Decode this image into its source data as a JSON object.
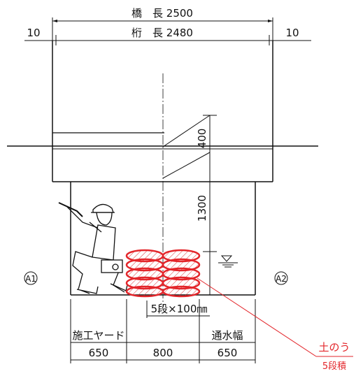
{
  "dimensions": {
    "bridge_length": "橋　長 2500",
    "girder_length": "桁　長 2480",
    "left_end": "10",
    "right_end": "10",
    "girder_height": "400",
    "clearance_height": "1300",
    "stack_height": "5段×100㎜",
    "bottom_left": "650",
    "bottom_center": "800",
    "bottom_right": "650"
  },
  "labels": {
    "abutment_left": "A1",
    "abutment_right": "A2",
    "construction_yard": "施工ヤード",
    "waterway_width": "通水幅",
    "sandbag_title": "土のう",
    "sandbag_stack": "5段積"
  },
  "colors": {
    "line": "#111111",
    "sandbag": "#e3262b"
  }
}
